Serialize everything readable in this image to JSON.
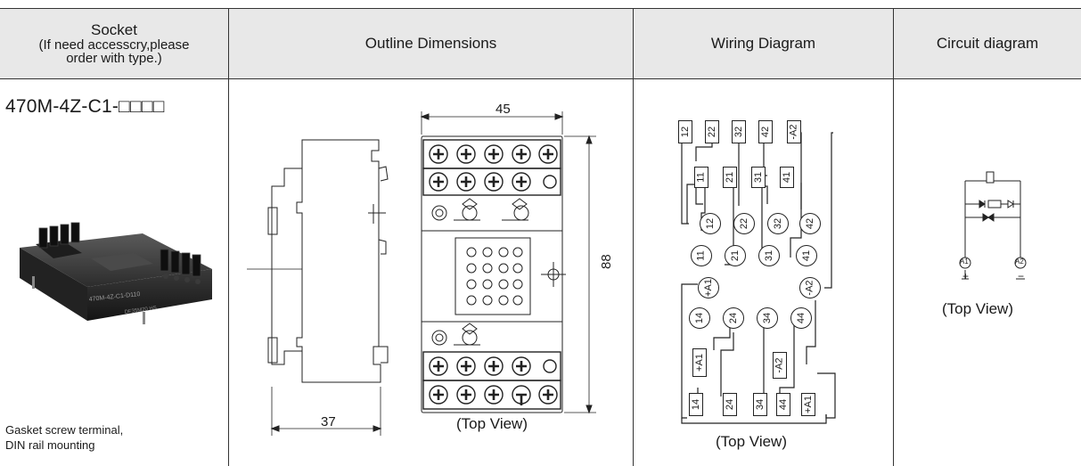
{
  "header": {
    "socket_title": "Socket",
    "socket_note_1": "(If need accesscry,please",
    "socket_note_2": "order with type.)",
    "outline": "Outline Dimensions",
    "wiring": "Wiring Diagram",
    "circuit": "Circuit diagram"
  },
  "socket": {
    "model": "470M-4Z-C1-□□□□",
    "desc_1": "Gasket screw terminal,",
    "desc_2": "DIN rail mounting",
    "body_print_1": "470M-4Z-C1-D110",
    "body_print_2": "DF35M20 HS"
  },
  "outline": {
    "width_dim": "45",
    "height_dim": "88",
    "side_dim": "37",
    "caption": "(Top View)"
  },
  "wiring": {
    "top_boxes": [
      "12",
      "22",
      "32",
      "42",
      "-A2"
    ],
    "mid_boxes": [
      "11",
      "21",
      "31",
      "41"
    ],
    "upper_circles": [
      "12",
      "22",
      "32",
      "42"
    ],
    "lower_circles": [
      "11",
      "21",
      "31",
      "41"
    ],
    "coil_circles": [
      "+A1",
      "-A2"
    ],
    "bottom_circles": [
      "14",
      "24",
      "34",
      "44"
    ],
    "coil_boxes": [
      "+A1",
      "-A2"
    ],
    "bottom_boxes": [
      "14",
      "24",
      "34",
      "44",
      "+A1"
    ],
    "caption": "(Top View)"
  },
  "circuit": {
    "terminal_a1": "A1",
    "terminal_a2": "A2",
    "plus": "+",
    "minus": "−",
    "caption": "(Top View)"
  }
}
